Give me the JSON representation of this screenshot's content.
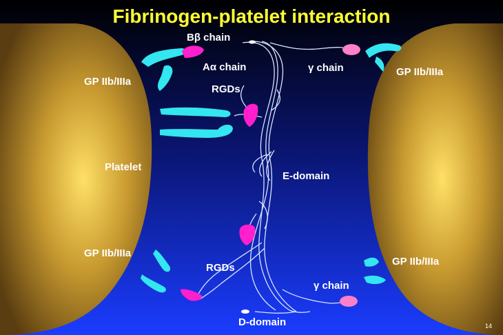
{
  "slide": {
    "title": "Fibrinogen-platelet interaction",
    "page_number": "14"
  },
  "labels": {
    "bbeta_chain": "Bβ chain",
    "aalpha_chain": "Aα chain",
    "gamma_chain_top": "γ chain",
    "rgds_top": "RGDs",
    "gp_top_left": "GP IIb/IIIa",
    "gp_top_right": "GP IIb/IIIa",
    "platelet": "Platelet",
    "e_domain": "E-domain",
    "gp_bottom_left": "GP IIb/IIIa",
    "gp_bottom_right": "GP IIb/IIIa",
    "rgds_bottom": "RGDs",
    "gamma_chain_bottom": "γ chain",
    "d_domain": "D-domain"
  },
  "colors": {
    "title": "#ffff33",
    "label": "#ffffff",
    "background_top": "#000000",
    "background_bottom": "#1a3cff",
    "platelet_center": "#ffe066",
    "platelet_edge": "#5a3d10",
    "receptor": "#33e6f0",
    "rgd": "#ff1fcc",
    "gamma_terminal": "#ff7fc8",
    "chain_strand": "#d8e4ff"
  }
}
